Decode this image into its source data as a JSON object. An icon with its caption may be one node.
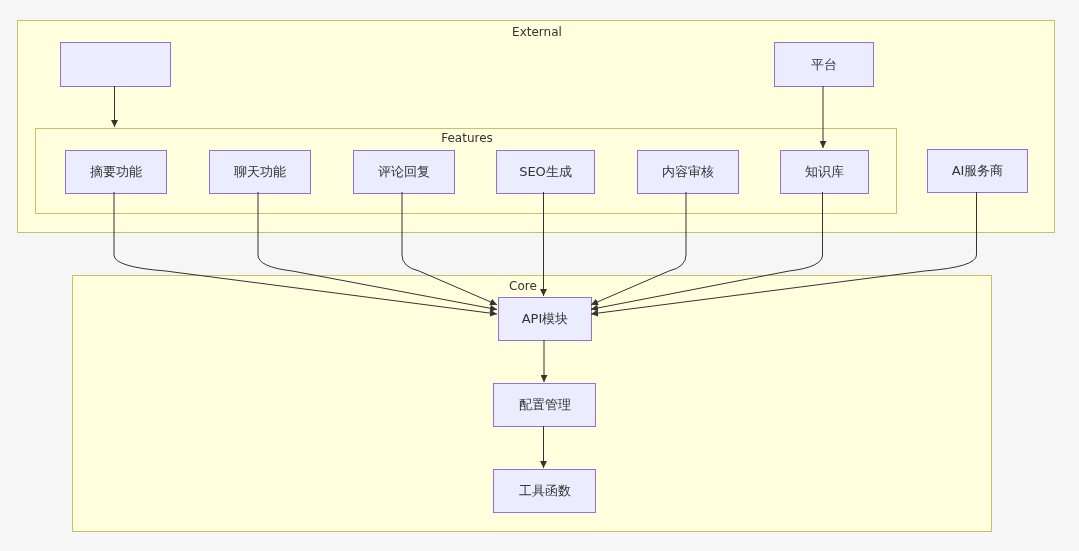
{
  "diagram": {
    "nodes": [
      {
        "text": [
          "External"
        ]
      },
      {
        "text": [],
        "shape": "box",
        "in": 0
      },
      {
        "text": [
          "平台"
        ],
        "in": 0
      },
      {
        "text": [
          "Features"
        ],
        "in": 0
      },
      {
        "text": [
          "摘要功能"
        ],
        "in": 3
      },
      {
        "text": [
          "聊天功能"
        ],
        "in": 3
      },
      {
        "text": [
          "评论回复"
        ],
        "in": 3
      },
      {
        "text": [
          "SEO生成"
        ],
        "in": 3
      },
      {
        "text": [
          "内容审核"
        ],
        "in": 3
      },
      {
        "text": [
          "知识库"
        ],
        "in": 3
      },
      {
        "text": [
          "AI服务商"
        ],
        "in": 0
      },
      {
        "text": [
          "Core"
        ]
      },
      {
        "text": [
          "API模块"
        ],
        "in": 11
      },
      {
        "text": [
          "配置管理"
        ],
        "in": 11
      },
      {
        "text": [
          "工具函数"
        ],
        "in": 11
      }
    ],
    "edges": [
      {
        "from": 1,
        "to": 3,
        "arrow": "to"
      },
      {
        "from": 2,
        "to": 9,
        "arrow": "to"
      },
      {
        "from": 4,
        "to": 12,
        "arrow": "to"
      },
      {
        "from": 5,
        "to": 12,
        "arrow": "to"
      },
      {
        "from": 6,
        "to": 12,
        "arrow": "to"
      },
      {
        "from": 7,
        "to": 12,
        "arrow": "to"
      },
      {
        "from": 8,
        "to": 12,
        "arrow": "to"
      },
      {
        "from": 9,
        "to": 12,
        "arrow": "to"
      },
      {
        "from": 10,
        "to": 12,
        "arrow": "to"
      },
      {
        "from": 12,
        "to": 13,
        "arrow": "to"
      },
      {
        "from": 13,
        "to": 14,
        "arrow": "to"
      }
    ]
  }
}
